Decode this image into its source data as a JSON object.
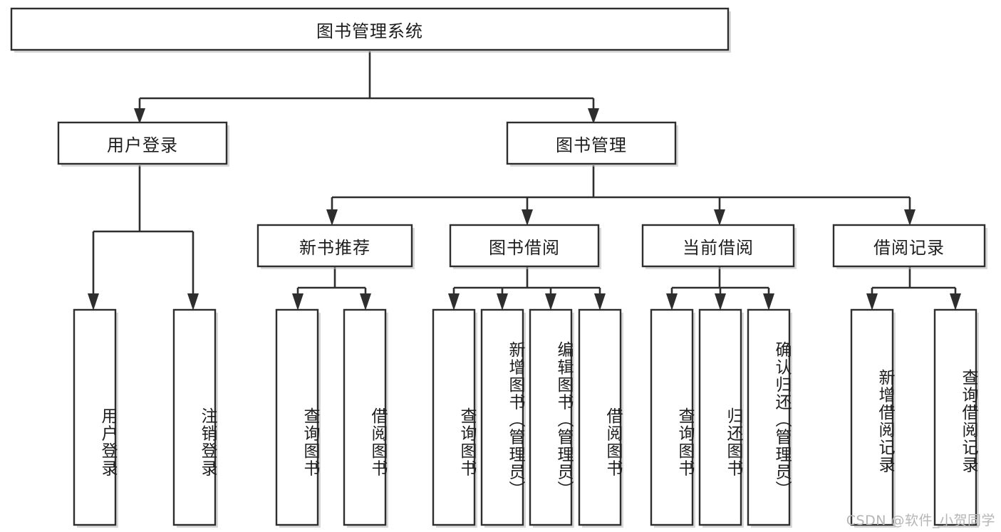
{
  "diagram": {
    "type": "tree",
    "title": "图书管理系统",
    "watermark": "CSDN @软件_小贺同学",
    "colors": {
      "background": "#ffffff",
      "stroke": "#2e2e2e",
      "text": "#1d1d1d",
      "shadow": "#b9b9b9",
      "watermark": "#b5b5b5"
    },
    "levels": {
      "root": {
        "label": "图书管理系统",
        "orientation": "horizontal"
      },
      "level2": [
        {
          "label": "用户登录",
          "orientation": "horizontal"
        },
        {
          "label": "图书管理",
          "orientation": "horizontal"
        }
      ],
      "level3": [
        {
          "label": "新书推荐",
          "orientation": "horizontal"
        },
        {
          "label": "图书借阅",
          "orientation": "horizontal"
        },
        {
          "label": "当前借阅",
          "orientation": "horizontal"
        },
        {
          "label": "借阅记录",
          "orientation": "horizontal"
        }
      ],
      "leaves": [
        {
          "label": "用户登录",
          "parent": "用户登录",
          "orientation": "vertical"
        },
        {
          "label": "注销登录",
          "parent": "用户登录",
          "orientation": "vertical"
        },
        {
          "label": "查询图书",
          "parent": "新书推荐",
          "orientation": "vertical"
        },
        {
          "label": "借阅图书",
          "parent": "新书推荐",
          "orientation": "vertical"
        },
        {
          "label": "查询图书",
          "parent": "图书借阅",
          "orientation": "vertical"
        },
        {
          "label": "新增图书（管理员）",
          "parent": "图书借阅",
          "orientation": "vertical"
        },
        {
          "label": "编辑图书（管理员）",
          "parent": "图书借阅",
          "orientation": "vertical"
        },
        {
          "label": "借阅图书",
          "parent": "图书借阅",
          "orientation": "vertical"
        },
        {
          "label": "查询图书",
          "parent": "当前借阅",
          "orientation": "vertical"
        },
        {
          "label": "归还图书",
          "parent": "当前借阅",
          "orientation": "vertical"
        },
        {
          "label": "确认归还（管理员）",
          "parent": "当前借阅",
          "orientation": "vertical"
        },
        {
          "label": "新增借阅记录",
          "parent": "借阅记录",
          "orientation": "vertical"
        },
        {
          "label": "查询借阅记录",
          "parent": "借阅记录",
          "orientation": "vertical"
        }
      ]
    },
    "nodes": {
      "root": "图书管理系统",
      "user_login": "用户登录",
      "book_manage": "图书管理",
      "new_book_rec": "新书推荐",
      "book_borrow": "图书借阅",
      "current_borrow": "当前借阅",
      "borrow_record": "借阅记录",
      "leaf_user_login": "用户登录",
      "leaf_logout": "注销登录",
      "leaf_query_book_a": "查询图书",
      "leaf_borrow_book_a": "借阅图书",
      "leaf_query_book_b": "查询图书",
      "leaf_add_book": "新增图书（管理员）",
      "leaf_edit_book": "编辑图书（管理员）",
      "leaf_borrow_book_b": "借阅图书",
      "leaf_query_book_c": "查询图书",
      "leaf_return_book": "归还图书",
      "leaf_confirm_return": "确认归还（管理员）",
      "leaf_add_record": "新增借阅记录",
      "leaf_query_record": "查询借阅记录"
    }
  }
}
